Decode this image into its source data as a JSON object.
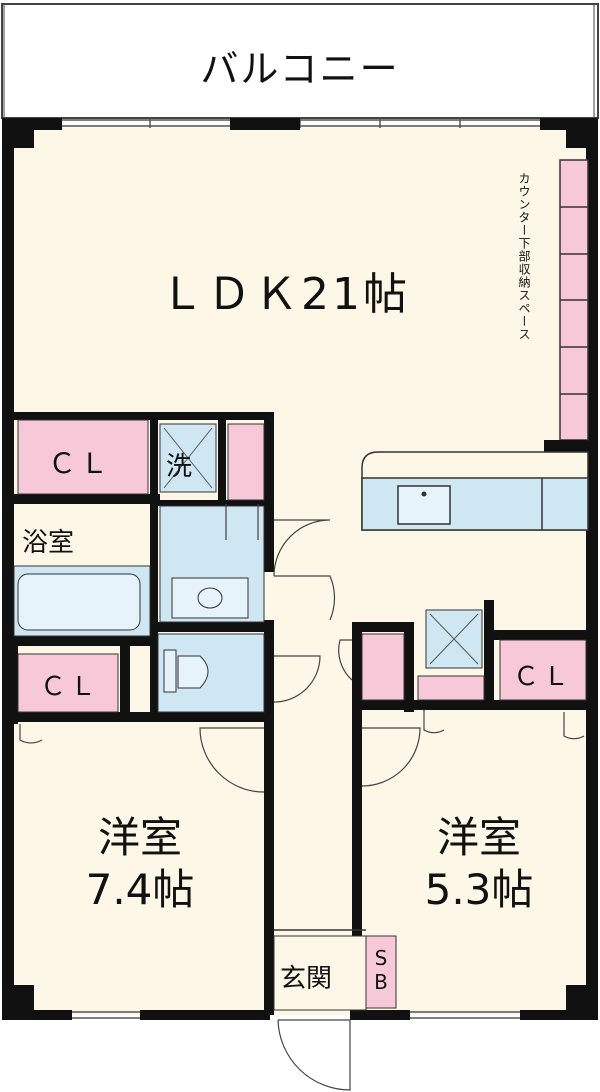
{
  "floorplan": {
    "balcony": "バルコニー",
    "ldk": "ＬＤＫ21帖",
    "counter_storage": "カウンター下部収納スペース",
    "closet_upper_left": "ＣＬ",
    "washroom": "洗",
    "bathroom": "浴室",
    "closet_lower_left": "ＣＬ",
    "closet_right": "ＣＬ",
    "western_room_1": "洋室\n7.4帖",
    "western_room_2": "洋室\n5.3帖",
    "entrance": "玄関",
    "shoe_box": "S\nB"
  },
  "colors": {
    "floor": "#fcf7e6",
    "wall": "#111111",
    "closet": "#f7c9d8",
    "wet_area": "#cfe7f3",
    "counter": "#cfe7f3"
  }
}
